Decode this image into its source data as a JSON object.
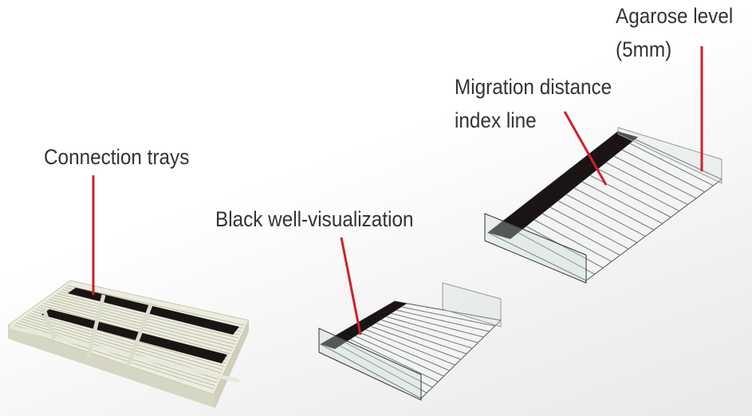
{
  "labels": {
    "connection_trays": "Connection trays",
    "black_well": "Black well-visualization",
    "migration_line1": "Migration distance",
    "migration_line2": "index line",
    "agarose_line1": "Agarose level",
    "agarose_line2": "(5mm)"
  },
  "colors": {
    "callout": "#d0202a",
    "tray_beige": "#e4e4d4",
    "black_strip": "#1a1414"
  }
}
